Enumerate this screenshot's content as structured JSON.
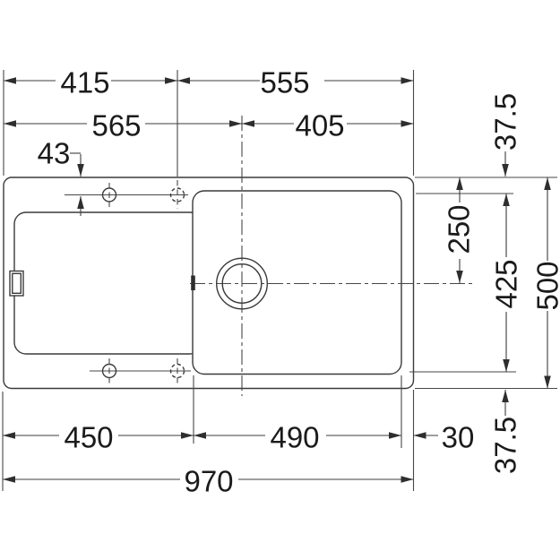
{
  "drawing": {
    "description_labels": {
      "dims": {
        "top_left_to_tap_hole": "415",
        "tap_hole_to_right_edge": "555",
        "left_edge_to_drain_center": "565",
        "drain_center_to_right_edge": "405",
        "edge_to_tap_hole_offset": "43",
        "right_top_offset": "37.5",
        "top_edge_to_bowl_center": "250",
        "hole_line_span": "425",
        "overall_depth": "500",
        "right_bottom_offset": "37.5",
        "drainer_section_width": "450",
        "bowl_section_width": "490",
        "bowl_to_right_edge": "30",
        "overall_width": "970"
      }
    }
  }
}
